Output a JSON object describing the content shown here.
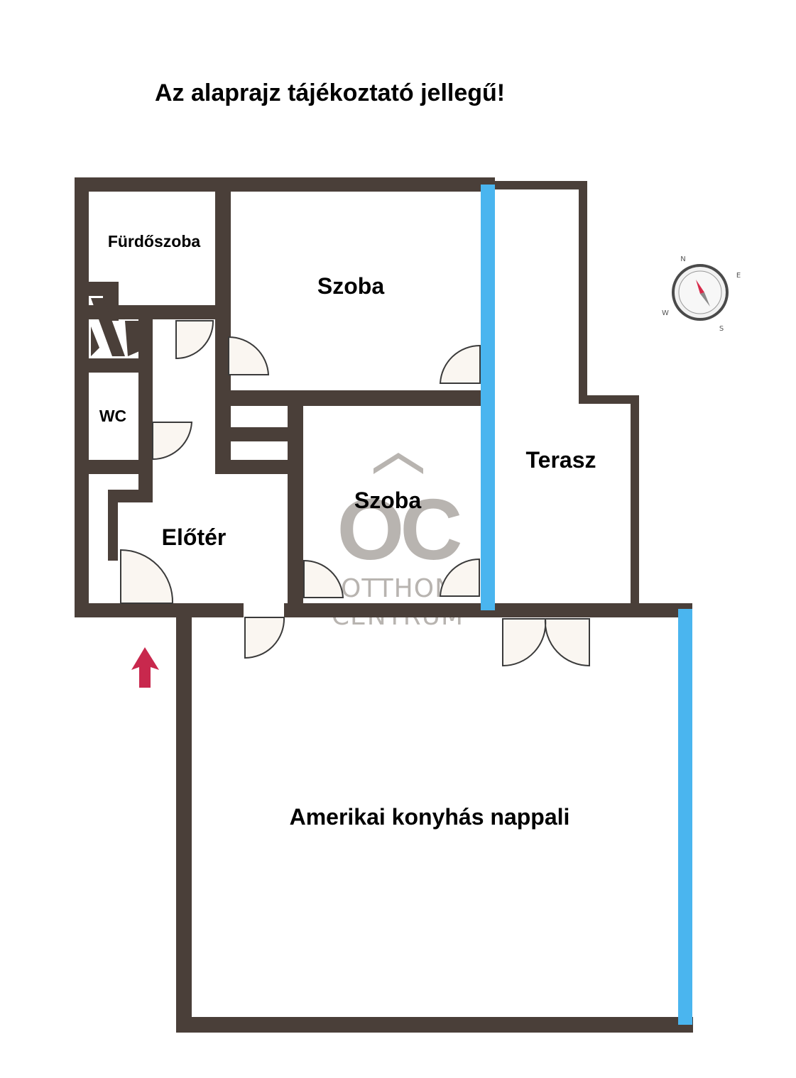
{
  "title": "Az alaprajz tájékoztató jellegű!",
  "rooms": {
    "furdoszoba": "Fürdőszoba",
    "szoba1": "Szoba",
    "wc": "WC",
    "szoba2": "Szoba",
    "eloter": "Előtér",
    "terasz": "Terasz",
    "nappali": "Amerikai konyhás nappali"
  },
  "watermark": {
    "monogram": "OC",
    "line1": "OTTHON",
    "line2": "CENTRUM"
  },
  "compass": {
    "n": "N",
    "e": "E",
    "s": "S",
    "w": "W"
  },
  "colors": {
    "wall": "#4a3f39",
    "window": "#4ab5ef",
    "door_fill": "#faf6f1",
    "entrance_arrow": "#c8284d",
    "watermark": "#b8b4b0",
    "compass_needle": "#d62a4a"
  }
}
